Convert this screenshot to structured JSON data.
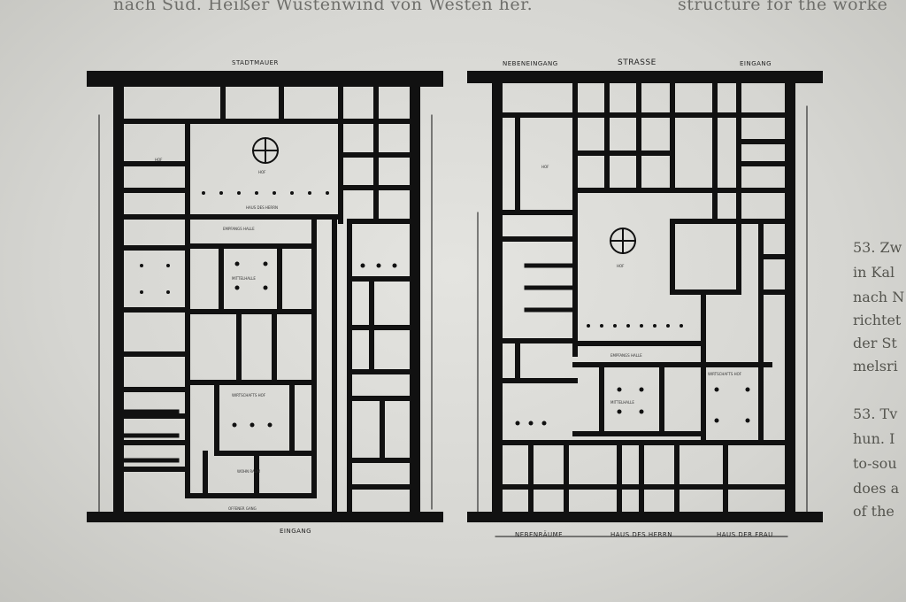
{
  "top_text": {
    "left": "nach Süd. Heißer Wüstenwind von Westen her.",
    "right": "structure for the worke"
  },
  "left_plan": {
    "top_label": "STADTMAUER",
    "bottom_label": "EINGANG",
    "rooms": [
      "HOF",
      "HOF",
      "HAUS DES HERRN",
      "EMPFANGS HALLE",
      "MITTELHALLE",
      "WIRTSCHAFTS HOF",
      "OFFENER GANG",
      "WOHN RAUM"
    ]
  },
  "right_plan": {
    "top_labels": [
      "NEBENEINGANG",
      "STRASSE",
      "EINGANG"
    ],
    "rooms": [
      "HOF",
      "HOF",
      "EMPFANGS HALLE",
      "MITTELHALLE",
      "WIRTSCHAFTS HOF"
    ],
    "bottom_scale": [
      "NEBENRÄUME",
      "HAUS DES HERRN",
      "HAUS DER FRAU"
    ]
  },
  "side_text_lines": [
    "53. Zw",
    "in Kal",
    "nach N",
    "richtet",
    "der St",
    "melsri",
    "53. Tv",
    "hun. I",
    "to-sou",
    "does a",
    "of the"
  ]
}
